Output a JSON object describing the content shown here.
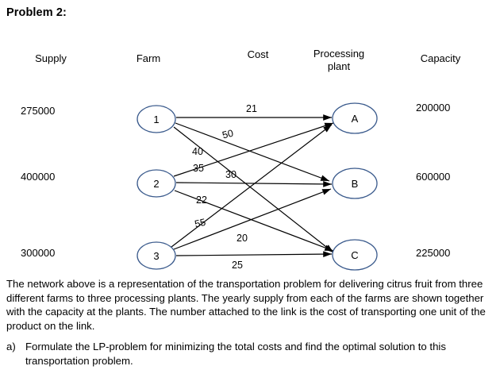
{
  "title": "Problem 2:",
  "headers": {
    "supply": "Supply",
    "farm": "Farm",
    "cost": "Cost",
    "plant_line1": "Processing",
    "plant_line2": "plant",
    "capacity": "Capacity"
  },
  "supplies": [
    "275000",
    "400000",
    "300000"
  ],
  "capacities": [
    "200000",
    "600000",
    "225000"
  ],
  "farms": [
    "1",
    "2",
    "3"
  ],
  "plants": [
    "A",
    "B",
    "C"
  ],
  "edge_costs": {
    "f1_a": "21",
    "f1_b": "50",
    "f1_c": "40",
    "f2_a": "35",
    "f2_b": "30",
    "f2_c": "22",
    "f3_a": "55",
    "f3_b": "20",
    "f3_c": "25"
  },
  "body_text": "The network above is a representation of the transportation problem for delivering citrus fruit from three different farms to three processing plants. The yearly supply from each of the farms are shown together with the capacity at the plants. The number attached to the link is the cost of transporting one unit of the product on the link.",
  "questions": [
    {
      "marker": "a)",
      "text": "Formulate the LP-problem for minimizing the total costs and find the optimal solution to this transportation problem."
    }
  ],
  "colors": {
    "node_stroke": "#3a5a8c",
    "edge_stroke": "#000000",
    "text": "#000000",
    "background": "#ffffff"
  }
}
